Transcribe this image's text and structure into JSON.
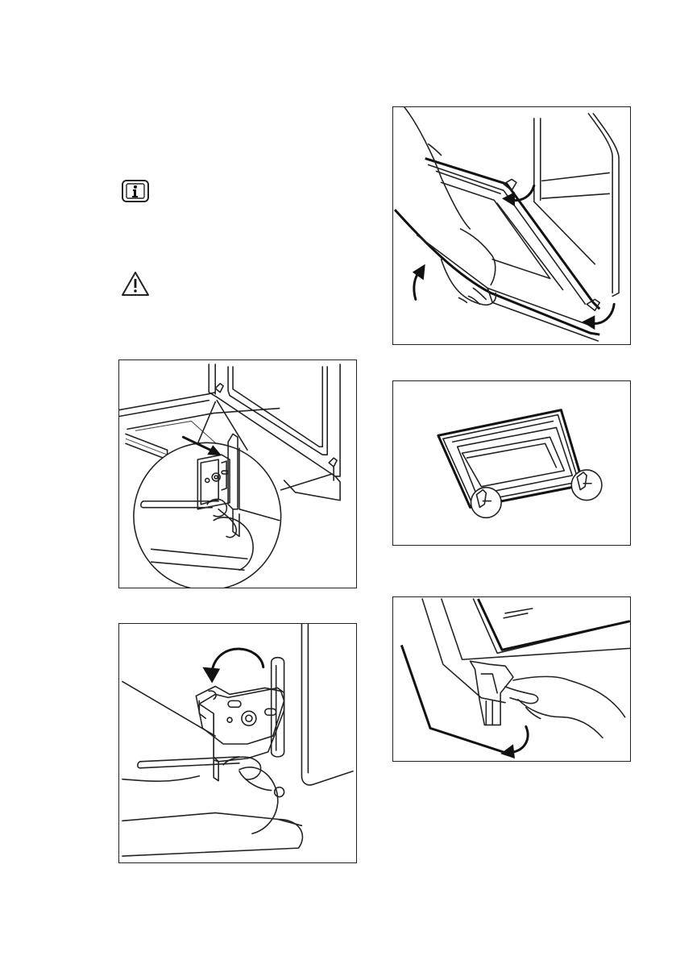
{
  "page": {
    "illustrations": [
      {
        "id": "hinge-lever-closeup",
        "caption": ""
      },
      {
        "id": "hinge-lever-rotate",
        "caption": ""
      },
      {
        "id": "door-lift-off",
        "caption": ""
      },
      {
        "id": "door-on-surface",
        "caption": ""
      },
      {
        "id": "door-trim-release",
        "caption": ""
      }
    ]
  },
  "icons": {
    "info": "info-icon",
    "warning": "warning-icon"
  }
}
